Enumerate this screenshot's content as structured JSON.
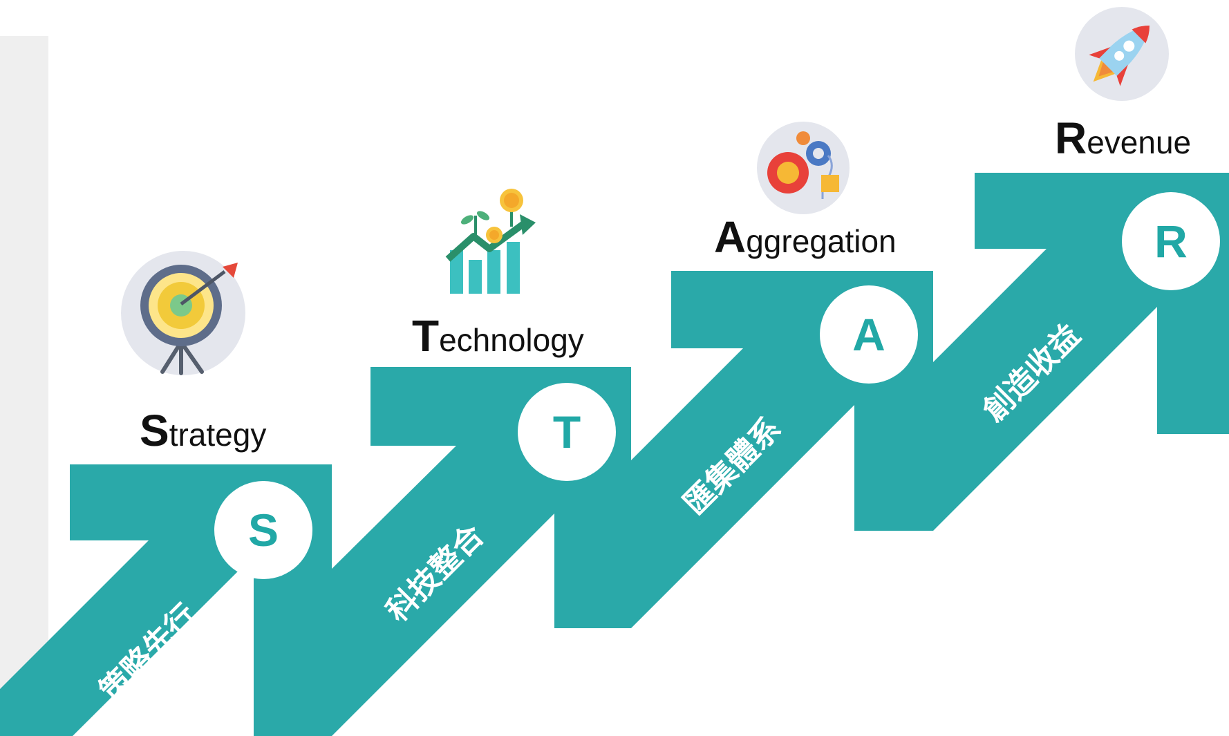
{
  "colors": {
    "band": "#2aa9a9",
    "badge_text": "#21a8a6",
    "icon_circle": "#e4e6ed",
    "side_panel": "#efefef"
  },
  "steps": [
    {
      "letter": "S",
      "title_initial": "S",
      "title_rest": "trategy",
      "label": "策略先行",
      "icon": "target-icon"
    },
    {
      "letter": "T",
      "title_initial": "T",
      "title_rest": "echnology",
      "label": "科技整合",
      "icon": "growth-chart-icon"
    },
    {
      "letter": "A",
      "title_initial": "A",
      "title_rest": "ggregation",
      "label": "匯集體系",
      "icon": "gears-icon"
    },
    {
      "letter": "R",
      "title_initial": "R",
      "title_rest": "evenue",
      "label": "創造收益",
      "icon": "rocket-icon"
    }
  ]
}
